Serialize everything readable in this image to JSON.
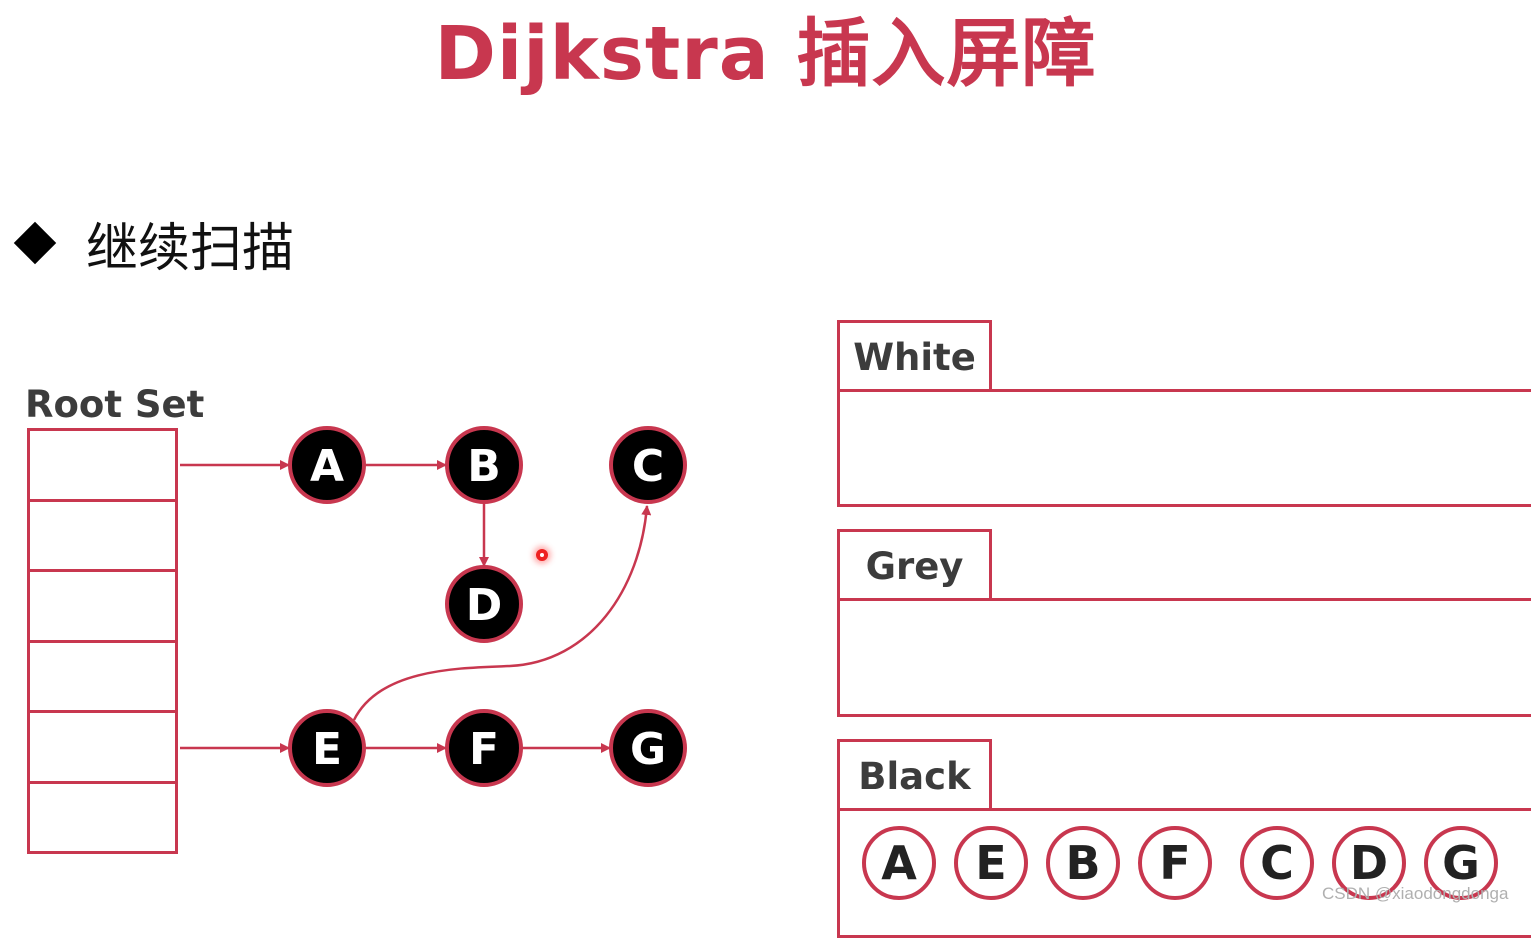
{
  "title": "Dijkstra 插入屏障",
  "bullet": "继续扫描",
  "root_set_label": "Root Set",
  "root_set_cells": 6,
  "nodes": [
    {
      "id": "A",
      "label": "A"
    },
    {
      "id": "B",
      "label": "B"
    },
    {
      "id": "C",
      "label": "C"
    },
    {
      "id": "D",
      "label": "D"
    },
    {
      "id": "E",
      "label": "E"
    },
    {
      "id": "F",
      "label": "F"
    },
    {
      "id": "G",
      "label": "G"
    }
  ],
  "edges": [
    {
      "from": "root-1",
      "to": "A"
    },
    {
      "from": "A",
      "to": "B"
    },
    {
      "from": "B",
      "to": "D"
    },
    {
      "from": "root-5",
      "to": "E"
    },
    {
      "from": "E",
      "to": "F"
    },
    {
      "from": "F",
      "to": "G"
    },
    {
      "from": "E",
      "to": "C"
    }
  ],
  "panels": {
    "white": {
      "label": "White",
      "items": []
    },
    "grey": {
      "label": "Grey",
      "items": []
    },
    "black": {
      "label": "Black",
      "items": [
        "A",
        "E",
        "B",
        "F",
        "C",
        "D",
        "G"
      ]
    }
  },
  "watermark": "CSDN @xiaodongdonga",
  "colors": {
    "accent": "#c8374f",
    "node_fill": "#000000",
    "text_dark": "#3c3c3c"
  }
}
